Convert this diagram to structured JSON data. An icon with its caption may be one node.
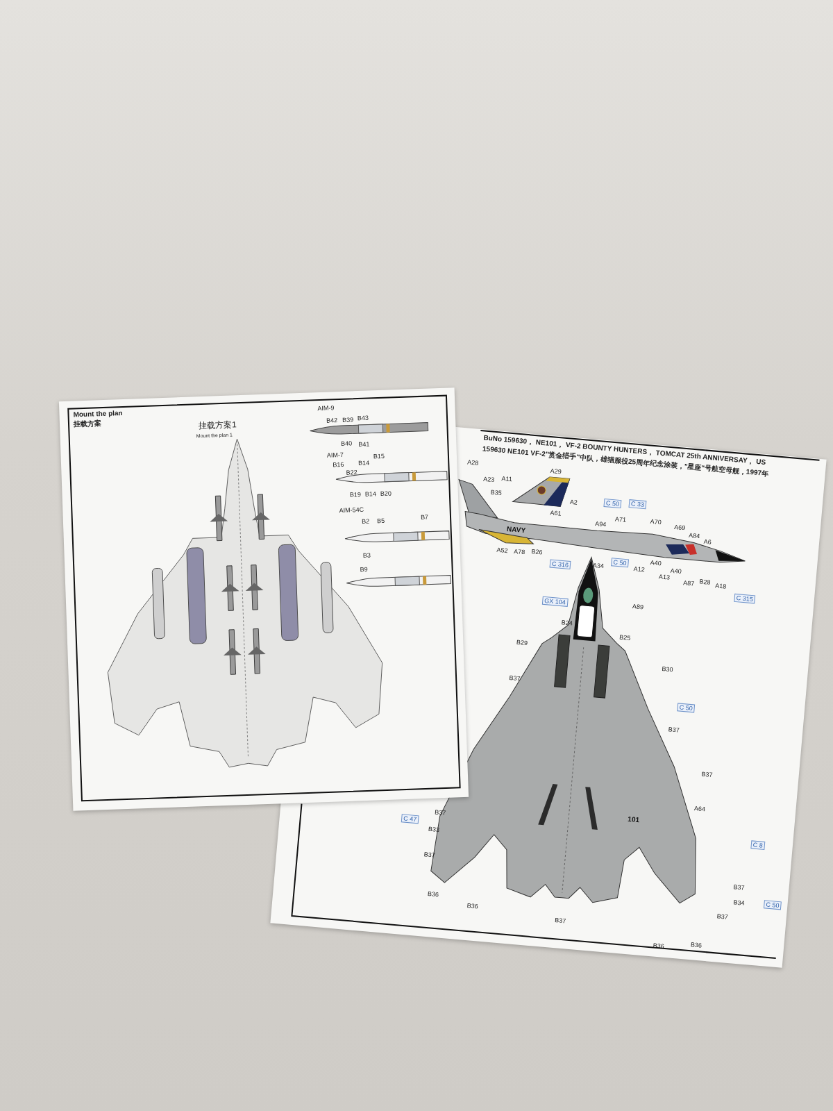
{
  "diagram": {
    "labels": [
      "Mount the plan",
      "挂载方案",
      "挂载方案1",
      "Mount the plan 1",
      "AIM-9",
      "B42",
      "B39",
      "B43",
      "B40",
      "B41",
      "AIM-7",
      "B16",
      "B14",
      "B15",
      "B22",
      "B19",
      "B14",
      "B20",
      "AIM-54C",
      "B2",
      "B5",
      "B7",
      "B3",
      "B9",
      "BuNo 159630， NE101， VF-2 BOUNTY HUNTERS， TOMCAT 25th ANNIVERSAY， US",
      "159630 NE101 VF-2\"赏金猎手\"中队，雄猫服役25周年纪念涂装，\"星座\"号航空母舰，1997年",
      "A28",
      "A29",
      "A23",
      "A11",
      "B35",
      "A2",
      "C 50",
      "C 33",
      "A61",
      "A94",
      "A71",
      "A70",
      "A69",
      "A84",
      "A6",
      "NAVY",
      "A52",
      "A78",
      "B26",
      "C 316",
      "A34",
      "C 50",
      "A12",
      "A40",
      "A13",
      "A40",
      "A87",
      "B28",
      "A18",
      "C 315",
      "GX 104",
      "A89",
      "B24",
      "B25",
      "B29",
      "B30",
      "B37",
      "C 50",
      "B37",
      "B37",
      "A64",
      "101",
      "B37",
      "C 47",
      "C 8",
      "B33",
      "B37",
      "B37",
      "B34",
      "C 50",
      "B36",
      "B37",
      "B36",
      "B37",
      "B36",
      "B36"
    ]
  }
}
